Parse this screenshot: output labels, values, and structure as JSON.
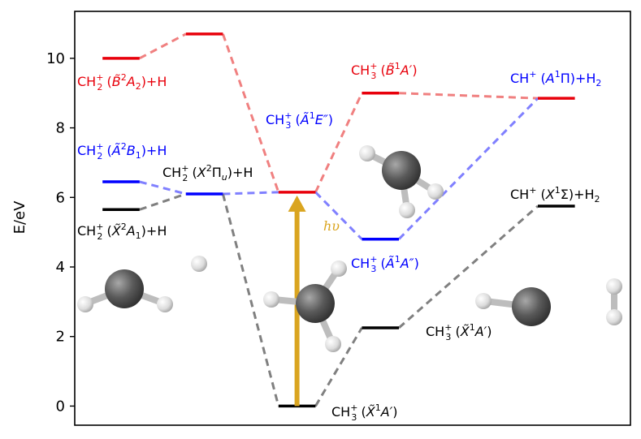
{
  "chart_data": {
    "type": "energy-level-diagram",
    "ylabel": "E/eV",
    "ylim": [
      -0.55,
      11.35
    ],
    "yticks": [
      0,
      2,
      4,
      6,
      8,
      10
    ],
    "xlim": [
      0,
      12
    ],
    "levels": [
      {
        "id": "ch2_B",
        "x": [
          0.6,
          1.4
        ],
        "y": 10.0,
        "color": "#e8000b",
        "label": "CH2+ (B̃2A2)+H"
      },
      {
        "id": "ch2_A",
        "x": [
          0.6,
          1.4
        ],
        "y": 6.45,
        "color": "#0000ff",
        "label": "CH2+ (Ã2B1)+H"
      },
      {
        "id": "ch2_X",
        "x": [
          0.6,
          1.4
        ],
        "y": 5.65,
        "color": "#000000",
        "label": "CH2+ (X̃2A1)+H"
      },
      {
        "id": "top_red",
        "x": [
          2.4,
          3.2
        ],
        "y": 10.7,
        "color": "#e8000b",
        "label": ""
      },
      {
        "id": "ch2_Pi",
        "x": [
          2.4,
          3.2
        ],
        "y": 6.1,
        "color": "#0000ff",
        "label": "CH2+ (X2Πu)+H"
      },
      {
        "id": "ch3_E",
        "x": [
          4.4,
          5.2
        ],
        "y": 6.15,
        "color": "#e8000b",
        "label": "CH3+ (Ã1E″)"
      },
      {
        "id": "ch3_X0",
        "x": [
          4.4,
          5.2
        ],
        "y": 0.0,
        "color": "#000000",
        "label": "CH3+ (X̃1A′)"
      },
      {
        "id": "ch3_Bp",
        "x": [
          6.2,
          7.0
        ],
        "y": 9.0,
        "color": "#e8000b",
        "label": "CH3+ (B̃1A′)"
      },
      {
        "id": "ch3_App",
        "x": [
          6.2,
          7.0
        ],
        "y": 4.8,
        "color": "#0000ff",
        "label": "CH3+ (Ã1A″)"
      },
      {
        "id": "ch3_X2",
        "x": [
          6.2,
          7.0
        ],
        "y": 2.25,
        "color": "#000000",
        "label": "CH3+ (X̃1A′)"
      },
      {
        "id": "ch_A",
        "x": [
          10.0,
          10.8
        ],
        "y": 8.85,
        "color": "#e8000b",
        "label": "CH+ (A1Π)+H2"
      },
      {
        "id": "ch_X",
        "x": [
          10.0,
          10.8
        ],
        "y": 5.75,
        "color": "#000000",
        "label": "CH+ (X1Σ)+H2"
      }
    ],
    "connections": [
      {
        "from": "ch2_B",
        "to": "top_red",
        "color": "#f08080"
      },
      {
        "from": "top_red",
        "to": "ch3_E",
        "color": "#f08080"
      },
      {
        "from": "ch3_E",
        "to": "ch3_Bp",
        "color": "#f08080"
      },
      {
        "from": "ch3_Bp",
        "to": "ch_A",
        "color": "#f08080"
      },
      {
        "from": "ch2_A",
        "to": "ch2_Pi",
        "color": "#8080ff"
      },
      {
        "from": "ch2_X",
        "to": "ch2_Pi",
        "color": "#808080"
      },
      {
        "from": "ch2_Pi",
        "to": "ch3_E",
        "color": "#8080ff"
      },
      {
        "from": "ch2_Pi",
        "to": "ch3_X0",
        "color": "#808080"
      },
      {
        "from": "ch3_E",
        "to": "ch3_App",
        "color": "#8080ff"
      },
      {
        "from": "ch3_App",
        "to": "ch_A",
        "color": "#8080ff"
      },
      {
        "from": "ch3_X0",
        "to": "ch3_X2",
        "color": "#808080"
      },
      {
        "from": "ch3_X2",
        "to": "ch_X",
        "color": "#808080"
      }
    ],
    "excitation": {
      "label": "hυ",
      "from": "ch3_X0",
      "to": "ch3_E",
      "color": "#daa520"
    }
  }
}
